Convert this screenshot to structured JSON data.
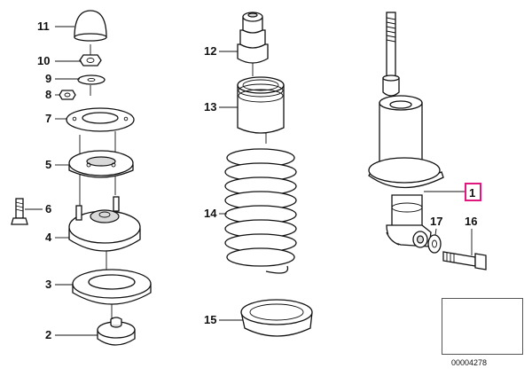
{
  "diagram": {
    "callouts": [
      {
        "id": "c11",
        "label": "11"
      },
      {
        "id": "c10",
        "label": "10"
      },
      {
        "id": "c9",
        "label": "9"
      },
      {
        "id": "c8",
        "label": "8"
      },
      {
        "id": "c7",
        "label": "7"
      },
      {
        "id": "c5",
        "label": "5"
      },
      {
        "id": "c6",
        "label": "6"
      },
      {
        "id": "c4",
        "label": "4"
      },
      {
        "id": "c3",
        "label": "3"
      },
      {
        "id": "c2",
        "label": "2"
      },
      {
        "id": "c12",
        "label": "12"
      },
      {
        "id": "c13",
        "label": "13"
      },
      {
        "id": "c14",
        "label": "14"
      },
      {
        "id": "c15",
        "label": "15"
      },
      {
        "id": "c1",
        "label": "1"
      },
      {
        "id": "c17",
        "label": "17"
      },
      {
        "id": "c16",
        "label": "16"
      }
    ],
    "highlight_color": "#e0177f",
    "reference_code": "00004278"
  }
}
